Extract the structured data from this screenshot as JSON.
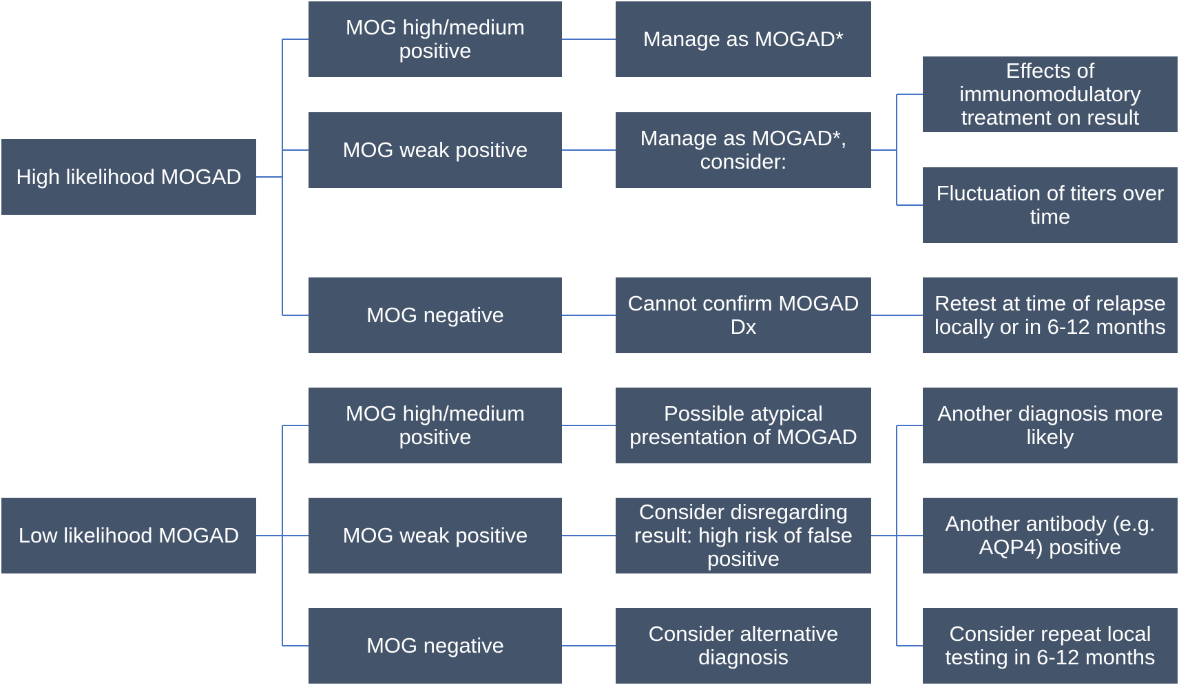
{
  "diagram": {
    "line_color": "#4472c4",
    "box_color": "#44546a",
    "text_color": "#ffffff",
    "high": {
      "root": "High likelihood MOGAD",
      "branches": [
        {
          "result": "MOG high/medium\npositive",
          "action": "Manage as MOGAD*"
        },
        {
          "result": "MOG weak positive",
          "action": "Manage as MOGAD*,\nconsider:",
          "considerations": [
            "Effects of\nimmunomodulatory\ntreatment on result",
            "Fluctuation of titers over\ntime"
          ]
        },
        {
          "result": "MOG negative",
          "action": "Cannot confirm MOGAD\nDx",
          "next": "Retest at time of relapse\nlocally or in 6-12 months"
        }
      ]
    },
    "low": {
      "root": "Low likelihood MOGAD",
      "branches": [
        {
          "result": "MOG high/medium\npositive",
          "action": "Possible atypical\npresentation of MOGAD"
        },
        {
          "result": "MOG weak positive",
          "action": "Consider disregarding\nresult: high risk of false\npositive"
        },
        {
          "result": "MOG negative",
          "action": "Consider alternative\ndiagnosis"
        }
      ],
      "outcomes": [
        "Another diagnosis more\nlikely",
        "Another antibody (e.g.\nAQP4) positive",
        "Consider repeat local\ntesting in 6-12 months"
      ]
    }
  }
}
